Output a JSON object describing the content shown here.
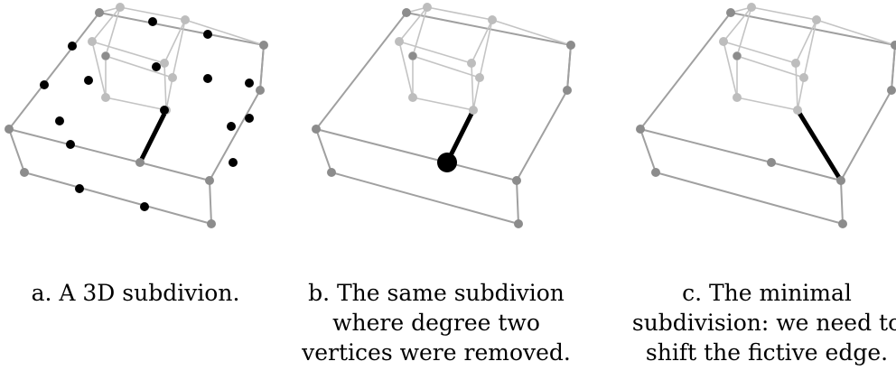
{
  "colors": {
    "background": "#ffffff",
    "edge": "#a0a0a0",
    "inner_edge": "#c4c4c4",
    "vertex_dark": "#8c8c8c",
    "vertex_light": "#bdbdbd",
    "highlight": "#000000"
  },
  "panels": [
    {
      "id": "a",
      "caption": [
        "a. A 3D subdivion."
      ],
      "has_degree_two_vertices": true,
      "has_enlarged_vertex": false,
      "fictive_edge_shifted": false
    },
    {
      "id": "b",
      "caption": [
        "b. The same subdivion",
        "where degree two",
        "vertices were removed."
      ],
      "has_degree_two_vertices": false,
      "has_enlarged_vertex": true,
      "fictive_edge_shifted": false
    },
    {
      "id": "c",
      "caption": [
        "c. The minimal",
        "subdivision: we need to",
        "shift the fictive edge."
      ],
      "has_degree_two_vertices": false,
      "has_enlarged_vertex": false,
      "fictive_edge_shifted": true
    }
  ]
}
